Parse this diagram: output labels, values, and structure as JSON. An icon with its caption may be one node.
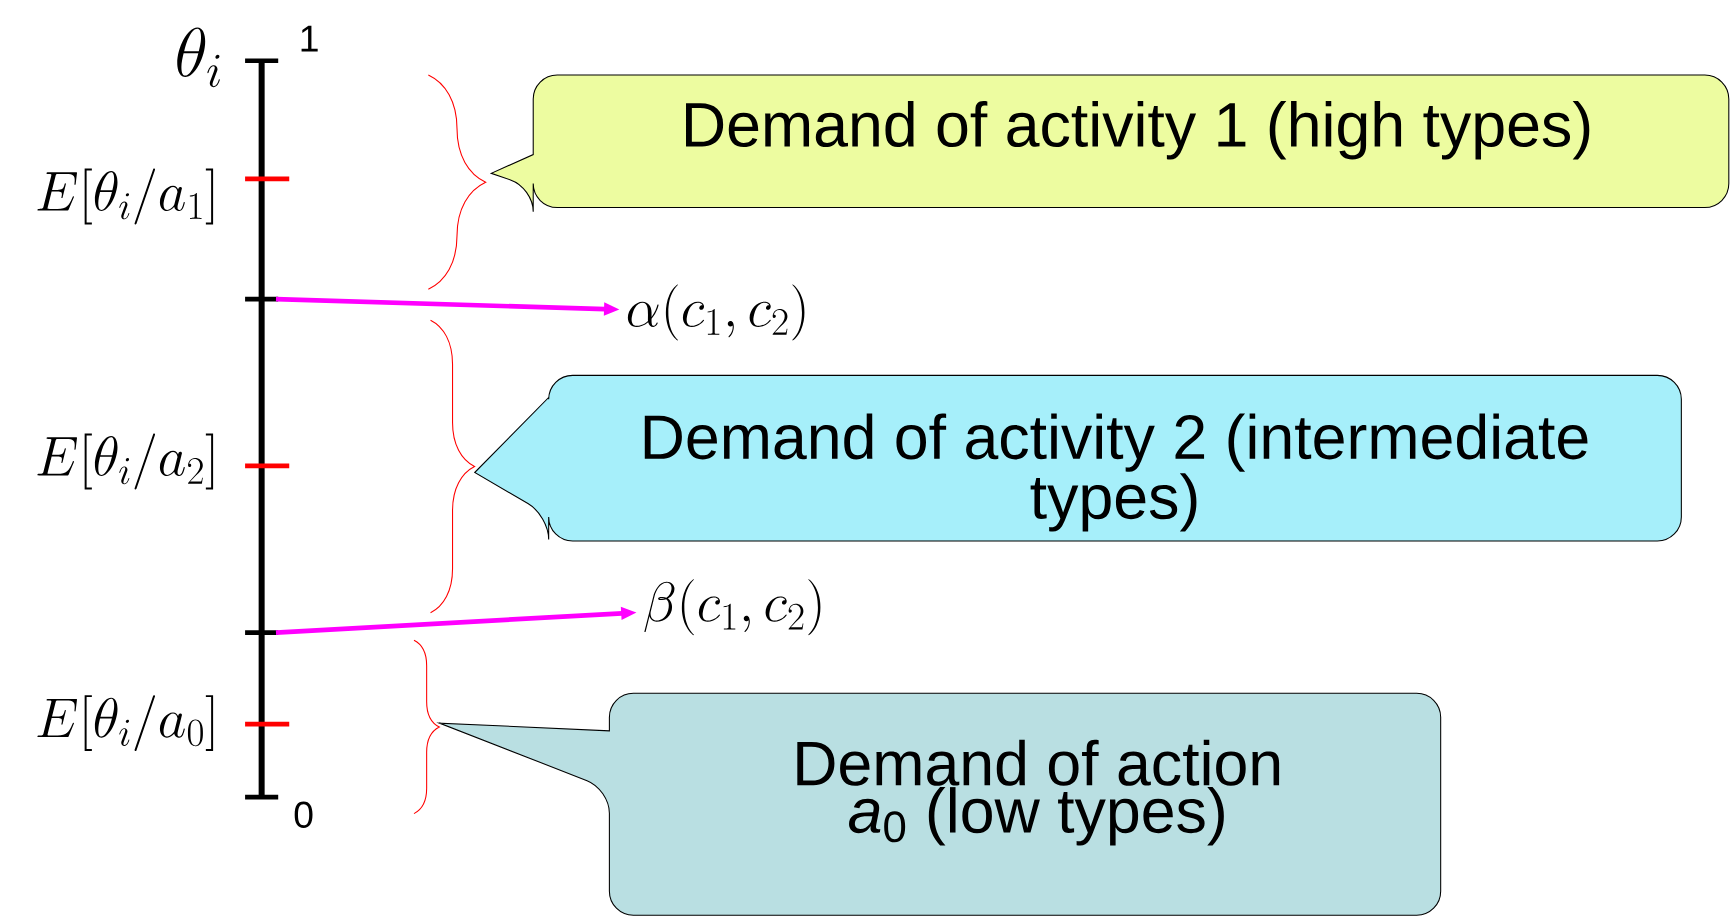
{
  "diagram": {
    "nodes": [
      {
        "text": [
          "Demand of activity 1 (high types)"
        ]
      },
      {
        "text": [
          "\\alpha(c_1,c_2)"
        ]
      },
      {
        "text": [
          "Demand of activity 2 (intermediate types)"
        ]
      },
      {
        "text": [
          "\\beta(c_1,c_2)"
        ]
      },
      {
        "text": [
          "Demand of action *a*$_{0}$ (low types)"
        ]
      }
    ],
    "edges": [
      {
        "from": null,
        "to": 1,
        "arrow": "to",
        "color": "#ff00ff"
      },
      {
        "from": null,
        "to": 3,
        "arrow": "to",
        "color": "#ff00ff"
      }
    ],
    "labels": [
      "\\theta_i",
      "1",
      "E\\Bigl[\\theta_i/a_1\\Bigr]",
      "E\\Bigl[\\theta_i/a_2\\Bigr]",
      "E\\Bigl[\\theta_i/a_0\\Bigr]",
      "0"
    ]
  }
}
